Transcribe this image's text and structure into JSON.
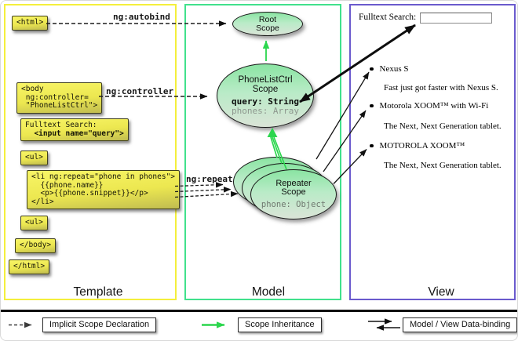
{
  "colors": {
    "template_border": "#f4ef3c",
    "model_border": "#41e18c",
    "view_border": "#6a5acd",
    "code_box_yellow": "#ece750",
    "scope_green": "#8ae4a2",
    "inheritance_green": "#2bd64d",
    "arrow_black": "#111111"
  },
  "columns": {
    "template_label": "Template",
    "model_label": "Model",
    "view_label": "View"
  },
  "template": {
    "html_open": "<html>",
    "body_open": "<body\n ng:controller=\n \"PhoneListCtrl\">",
    "fulltext_line1": "Fulltext Search:",
    "fulltext_line2": "  <input name=\"query\">",
    "ul_open": "<ul>",
    "li_repeat": "<li ng:repeat=\"phone in phones\">\n  {{phone.name}}\n  <p>{{phone.snippet}}</p>\n</li>",
    "ul_close": "<ul>",
    "body_close": "</body>",
    "html_close": "</html>",
    "label_ng_autobind": "ng:autobind",
    "label_ng_controller": "ng:controller",
    "label_ng_repeat": "ng:repeat"
  },
  "model": {
    "root_scope_title": "Root\nScope",
    "phonelist_title": "PhoneListCtrl\nScope",
    "phonelist_query": "query: String",
    "phonelist_phones": "phones: Array",
    "repeater_title": "Repeater\nScope",
    "repeater_phone": "phone: Object"
  },
  "view": {
    "search_label": "Fulltext Search:",
    "search_value": "",
    "items": [
      {
        "title": "Nexus S",
        "desc": "Fast just got faster with Nexus S."
      },
      {
        "title": "Motorola XOOM™ with Wi-Fi",
        "desc": "The Next, Next Generation tablet."
      },
      {
        "title": "MOTOROLA XOOM™",
        "desc": "The Next, Next Generation tablet."
      }
    ]
  },
  "legend": {
    "implicit": "Implicit Scope Declaration",
    "inheritance": "Scope Inheritance",
    "databinding": "Model / View Data-binding"
  }
}
